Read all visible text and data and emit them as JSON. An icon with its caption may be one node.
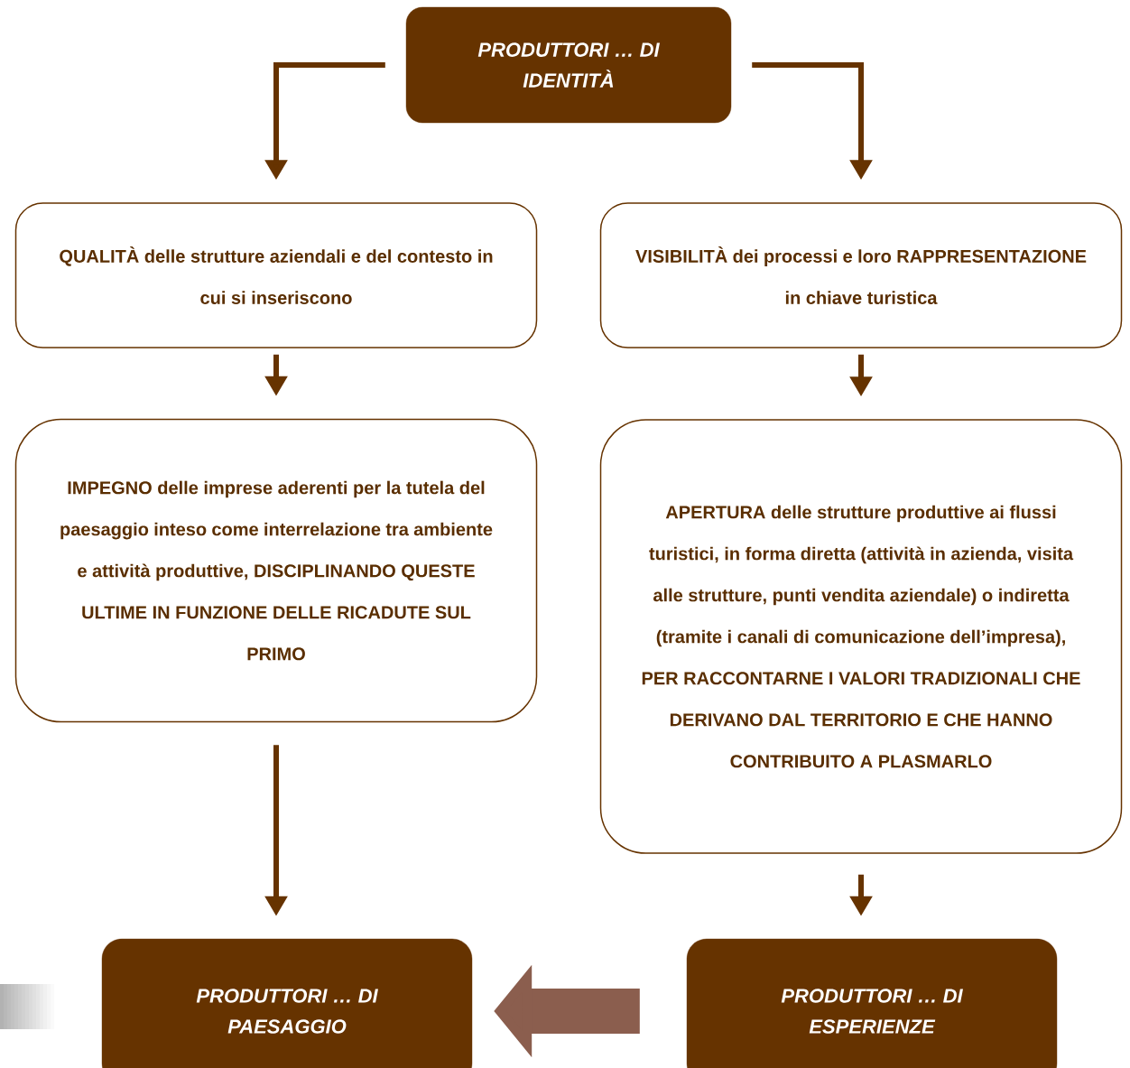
{
  "diagram": {
    "nodes": [
      {
        "text": [
          "PRODUTTORI … DI IDENTITÀ"
        ]
      },
      {
        "text": [
          "QUALITÀ delle strutture aziendali e del contesto in cui si inseriscono"
        ]
      },
      {
        "text": [
          "VISIBILITÀ dei processi e loro RAPPRESENTAZIONE in chiave turistica"
        ]
      },
      {
        "text": [
          "IMPEGNO delle imprese aderenti per la tutela del paesaggio inteso come interrelazione  tra ambiente e attività produttive, DISCIPLINANDO QUESTE ULTIME IN FUNZIONE DELLE RICADUTE SUL PRIMO"
        ]
      },
      {
        "text": [
          "APERTURA delle strutture produttive ai flussi turistici, in forma diretta (attività in azienda, visita alle strutture, punti vendita aziendale) o indiretta (tramite i canali di comunicazione dell’impresa), PER RACCONTARNE I VALORI TRADIZIONALI CHE DERIVANO DAL TERRITORIO E CHE HANNO CONTRIBUITO A PLASMARLO"
        ]
      },
      {
        "text": [
          "PRODUTTORI … DI PAESAGGIO"
        ]
      },
      {
        "text": [
          "PRODUTTORI … DI ESPERIENZE"
        ]
      }
    ],
    "edges": [
      {
        "from": 0,
        "to": 1,
        "arrow": "to"
      },
      {
        "from": 0,
        "to": 2,
        "arrow": "to"
      },
      {
        "from": 1,
        "to": 3,
        "arrow": "to"
      },
      {
        "from": 2,
        "to": 4,
        "arrow": "to"
      },
      {
        "from": 3,
        "to": 5,
        "arrow": "to"
      },
      {
        "from": 4,
        "to": 6,
        "arrow": "to"
      },
      {
        "from": 6,
        "to": 5,
        "arrow": "to",
        "style": "thick",
        "color": "#8b5e4e"
      }
    ]
  }
}
